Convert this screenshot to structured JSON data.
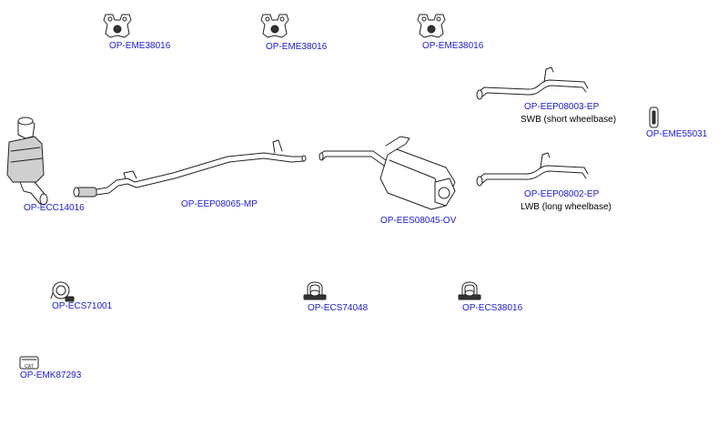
{
  "colors": {
    "label": "#1a1ad6",
    "note": "#000000",
    "line": "#222222"
  },
  "parts": [
    {
      "id": "hanger_1",
      "code": "OP-EME38016",
      "icon": "rubber-hanger-icon"
    },
    {
      "id": "hanger_2",
      "code": "OP-EME38016",
      "icon": "rubber-hanger-icon"
    },
    {
      "id": "hanger_3",
      "code": "OP-EME38016",
      "icon": "rubber-hanger-icon"
    },
    {
      "id": "tailpipe_swb",
      "code": "OP-EEP08003-EP",
      "note": "SWB (short wheelbase)",
      "icon": "tailpipe-icon"
    },
    {
      "id": "rubber_strap",
      "code": "OP-EME55031",
      "icon": "rubber-strap-icon"
    },
    {
      "id": "catalyst",
      "code": "OP-ECC14016",
      "icon": "catalytic-converter-icon"
    },
    {
      "id": "front_pipe",
      "code": "OP-EEP08065-MP",
      "icon": "front-pipe-icon"
    },
    {
      "id": "rear_silencer",
      "code": "OP-EES08045-OV",
      "icon": "rear-silencer-icon"
    },
    {
      "id": "tailpipe_lwb",
      "code": "OP-EEP08002-EP",
      "note": "LWB (long wheelbase)",
      "icon": "tailpipe-icon"
    },
    {
      "id": "clamp_1",
      "code": "OP-ECS71001",
      "icon": "clamp-icon"
    },
    {
      "id": "clamp_2",
      "code": "OP-ECS74048",
      "icon": "u-bolt-clamp-icon"
    },
    {
      "id": "clamp_3",
      "code": "OP-ECS38016",
      "icon": "u-bolt-clamp-icon"
    },
    {
      "id": "fitting_kit",
      "code": "OP-EMK87293",
      "icon": "fitting-kit-icon",
      "icon_text": "CAT"
    }
  ]
}
